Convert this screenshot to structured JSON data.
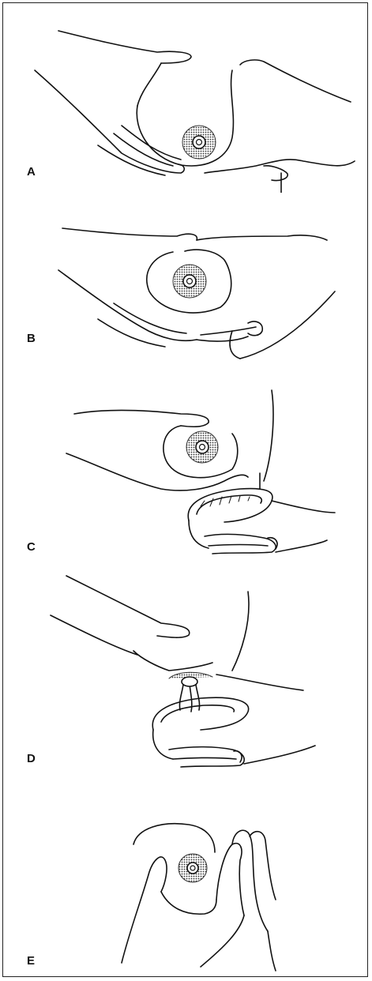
{
  "figure": {
    "panels": [
      {
        "label": "A"
      },
      {
        "label": "B"
      },
      {
        "label": "C"
      },
      {
        "label": "D"
      },
      {
        "label": "E"
      }
    ]
  }
}
